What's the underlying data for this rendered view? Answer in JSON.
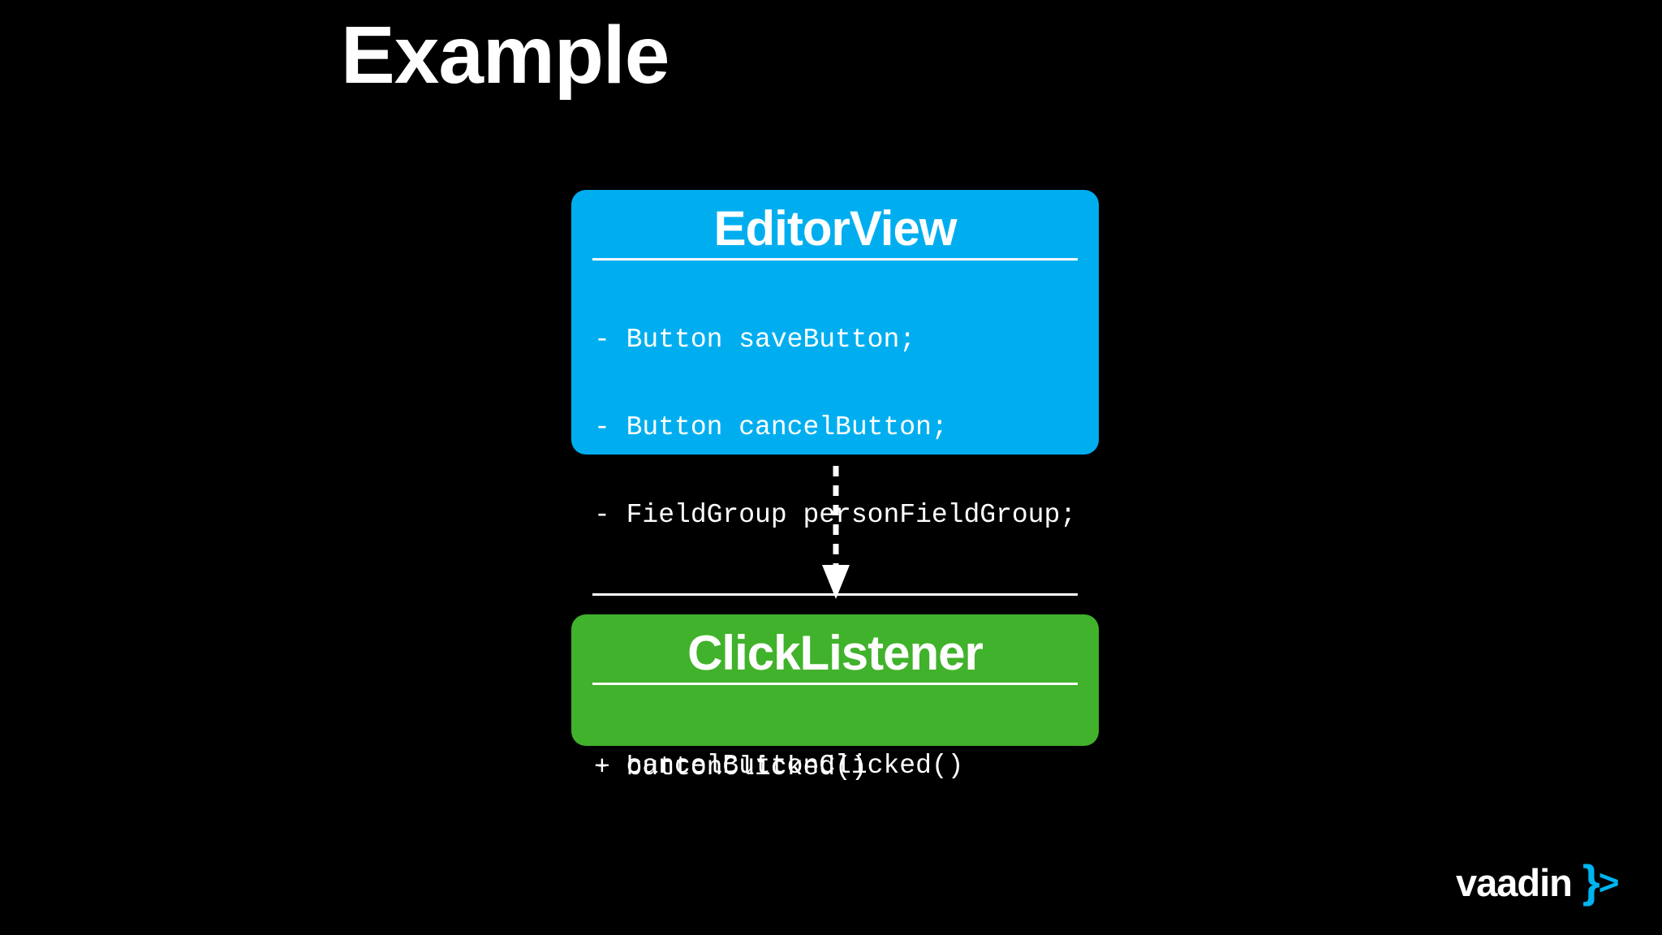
{
  "slide": {
    "title": "Example",
    "background": "#000000",
    "text_color": "#FFFFFF"
  },
  "diagram": {
    "classes": [
      {
        "name": "EditorView",
        "color": "#00AEF0",
        "fields": [
          "- Button saveButton;",
          "- Button cancelButton;",
          "- FieldGroup personFieldGroup;"
        ],
        "methods": [
          "- saveButtonClicked()",
          "- cancelButtonClicked()"
        ]
      },
      {
        "name": "ClickListener",
        "color": "#41B22B",
        "fields": [],
        "methods": [
          "+ buttonClicked()"
        ]
      }
    ],
    "arrow": {
      "style": "dashed",
      "direction": "down",
      "color": "#FFFFFF",
      "from": "EditorView",
      "to": "ClickListener"
    }
  },
  "footer": {
    "logo_text": "vaadin",
    "logo_brace": "}",
    "logo_gt": ">",
    "logo_accent": "#00B4F0"
  }
}
